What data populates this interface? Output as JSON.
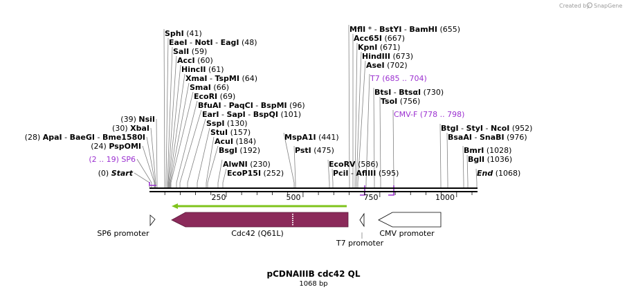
{
  "header": {
    "credit_text": "Created by",
    "brand": "SnapGene"
  },
  "plasmid": {
    "name": "pCDNAIIIB cdc42 QL",
    "length_label": "1068 bp"
  },
  "axis": {
    "tick_labels": [
      "250",
      "500",
      "750",
      "1000"
    ]
  },
  "sites": [
    {
      "parts": [
        [
          "SphI",
          "b"
        ],
        [
          "   (41)",
          ""
        ]
      ],
      "pos": 41
    },
    {
      "parts": [
        [
          "EaeI",
          "b"
        ],
        [
          "  -  ",
          ""
        ],
        [
          "NotI",
          "b"
        ],
        [
          "  -  ",
          ""
        ],
        [
          "EagI",
          "b"
        ],
        [
          "   (48)",
          ""
        ]
      ],
      "pos": 48
    },
    {
      "parts": [
        [
          "SalI",
          "b"
        ],
        [
          "   (59)",
          ""
        ]
      ],
      "pos": 59
    },
    {
      "parts": [
        [
          "AccI",
          "b"
        ],
        [
          "   (60)",
          ""
        ]
      ],
      "pos": 60
    },
    {
      "parts": [
        [
          "HincII",
          "b"
        ],
        [
          "   (61)",
          ""
        ]
      ],
      "pos": 61
    },
    {
      "parts": [
        [
          "XmaI",
          "b"
        ],
        [
          "  -  ",
          ""
        ],
        [
          "TspMI",
          "b"
        ],
        [
          "   (64)",
          ""
        ]
      ],
      "pos": 64
    },
    {
      "parts": [
        [
          "SmaI",
          "b"
        ],
        [
          "   (66)",
          ""
        ]
      ],
      "pos": 66
    },
    {
      "parts": [
        [
          "EcoRI",
          "b"
        ],
        [
          "   (69)",
          ""
        ]
      ],
      "pos": 69
    },
    {
      "parts": [
        [
          "BfuAI",
          "b"
        ],
        [
          "  -  ",
          ""
        ],
        [
          "PaqCI",
          "b"
        ],
        [
          "  -  ",
          ""
        ],
        [
          "BspMI",
          "b"
        ],
        [
          "   (96)",
          ""
        ]
      ],
      "pos": 96
    },
    {
      "parts": [
        [
          "EarI",
          "b"
        ],
        [
          "  -  ",
          ""
        ],
        [
          "SapI",
          "b"
        ],
        [
          "  -  ",
          ""
        ],
        [
          "BspQI",
          "b"
        ],
        [
          "   (101)",
          ""
        ]
      ],
      "pos": 101
    },
    {
      "parts": [
        [
          "SspI",
          "b"
        ],
        [
          "   (130)",
          ""
        ]
      ],
      "pos": 130
    },
    {
      "parts": [
        [
          "StuI",
          "b"
        ],
        [
          "   (157)",
          ""
        ]
      ],
      "pos": 157
    },
    {
      "parts": [
        [
          "AcuI",
          "b"
        ],
        [
          "   (184)",
          ""
        ]
      ],
      "pos": 184
    },
    {
      "parts": [
        [
          "BsgI",
          "b"
        ],
        [
          "   (192)",
          ""
        ]
      ],
      "pos": 192
    },
    {
      "parts": [
        [
          "AlwNI",
          "b"
        ],
        [
          "   (230)",
          ""
        ]
      ],
      "pos": 230
    },
    {
      "parts": [
        [
          "EcoP15I",
          "b"
        ],
        [
          "   (252)",
          ""
        ]
      ],
      "pos": 252
    },
    {
      "parts": [
        [
          "MspA1I",
          "b"
        ],
        [
          "   (441)",
          ""
        ]
      ],
      "pos": 441
    },
    {
      "parts": [
        [
          "PstI",
          "b"
        ],
        [
          "   (475)",
          ""
        ]
      ],
      "pos": 475
    },
    {
      "parts": [
        [
          "EcoRV",
          "b"
        ],
        [
          "   (586)",
          ""
        ]
      ],
      "pos": 586
    },
    {
      "parts": [
        [
          "PciI",
          "b"
        ],
        [
          "  -  ",
          ""
        ],
        [
          "AflIII",
          "b"
        ],
        [
          "   (595)",
          ""
        ]
      ],
      "pos": 595
    },
    {
      "parts": [
        [
          "MflI",
          "b"
        ],
        [
          " *  -  ",
          ""
        ],
        [
          "BstYI",
          "b"
        ],
        [
          "  -  ",
          ""
        ],
        [
          "BamHI",
          "b"
        ],
        [
          "   (655)",
          ""
        ]
      ],
      "pos": 655
    },
    {
      "parts": [
        [
          "Acc65I",
          "b"
        ],
        [
          "   (667)",
          ""
        ]
      ],
      "pos": 667
    },
    {
      "parts": [
        [
          "KpnI",
          "b"
        ],
        [
          "   (671)",
          ""
        ]
      ],
      "pos": 671
    },
    {
      "parts": [
        [
          "HindIII",
          "b"
        ],
        [
          "   (673)",
          ""
        ]
      ],
      "pos": 673
    },
    {
      "parts": [
        [
          "AseI",
          "b"
        ],
        [
          "   (702)",
          ""
        ]
      ],
      "pos": 702
    },
    {
      "parts": [
        [
          "T7",
          "p"
        ],
        [
          "   (685 .. 704)",
          "p"
        ]
      ],
      "pos": 685
    },
    {
      "parts": [
        [
          "BtsI",
          "b"
        ],
        [
          "  -  ",
          ""
        ],
        [
          "BtsαI",
          "b"
        ],
        [
          "   (730)",
          ""
        ]
      ],
      "pos": 730
    },
    {
      "parts": [
        [
          "TsoI",
          "b"
        ],
        [
          "   (756)",
          ""
        ]
      ],
      "pos": 756
    },
    {
      "parts": [
        [
          "CMV-F",
          "p"
        ],
        [
          "   (778 .. 798)",
          "p"
        ]
      ],
      "pos": 778
    },
    {
      "parts": [
        [
          "BtgI",
          "b"
        ],
        [
          "  -  ",
          ""
        ],
        [
          "StyI",
          "b"
        ],
        [
          "  -  ",
          ""
        ],
        [
          "NcoI",
          "b"
        ],
        [
          "   (952)",
          ""
        ]
      ],
      "pos": 952
    },
    {
      "parts": [
        [
          "BsaAI",
          "b"
        ],
        [
          "  -  ",
          ""
        ],
        [
          "SnaBI",
          "b"
        ],
        [
          "   (976)",
          ""
        ]
      ],
      "pos": 976
    },
    {
      "parts": [
        [
          "BmrI",
          "b"
        ],
        [
          "   (1028)",
          ""
        ]
      ],
      "pos": 1028
    },
    {
      "parts": [
        [
          "BglI",
          "b"
        ],
        [
          "   (1036)",
          ""
        ]
      ],
      "pos": 1036
    },
    {
      "parts": [
        [
          "End",
          "i"
        ],
        [
          "   (1068)",
          ""
        ]
      ],
      "pos": 1068
    },
    {
      "parts": [
        [
          "(39)  ",
          ""
        ],
        [
          "NsiI",
          "b"
        ]
      ],
      "pos": 39
    },
    {
      "parts": [
        [
          "(30)  ",
          ""
        ],
        [
          "XbaI",
          "b"
        ]
      ],
      "pos": 30
    },
    {
      "parts": [
        [
          "(28)  ",
          ""
        ],
        [
          "ApaI",
          "b"
        ],
        [
          "  -  ",
          ""
        ],
        [
          "BaeGI",
          "b"
        ],
        [
          "  -  ",
          ""
        ],
        [
          "Bme1580I",
          "b"
        ]
      ],
      "pos": 28
    },
    {
      "parts": [
        [
          "(24)  ",
          ""
        ],
        [
          "PspOMI",
          "b"
        ]
      ],
      "pos": 24
    },
    {
      "parts": [
        [
          "(2 .. 19)  ",
          "p"
        ],
        [
          "SP6",
          "p"
        ]
      ],
      "pos": 2
    },
    {
      "parts": [
        [
          "(0)  ",
          ""
        ],
        [
          "Start",
          "i"
        ]
      ],
      "pos": 0
    }
  ],
  "features": {
    "sp6": "SP6 promoter",
    "cdc42": "Cdc42 (Q61L)",
    "t7": "T7 promoter",
    "cmv": "CMV promoter"
  },
  "colors": {
    "cdc42_fill": "#8b2a5a",
    "orf_line": "#7fc31c",
    "primer": "#9b30d0",
    "backbone": "#000000"
  }
}
